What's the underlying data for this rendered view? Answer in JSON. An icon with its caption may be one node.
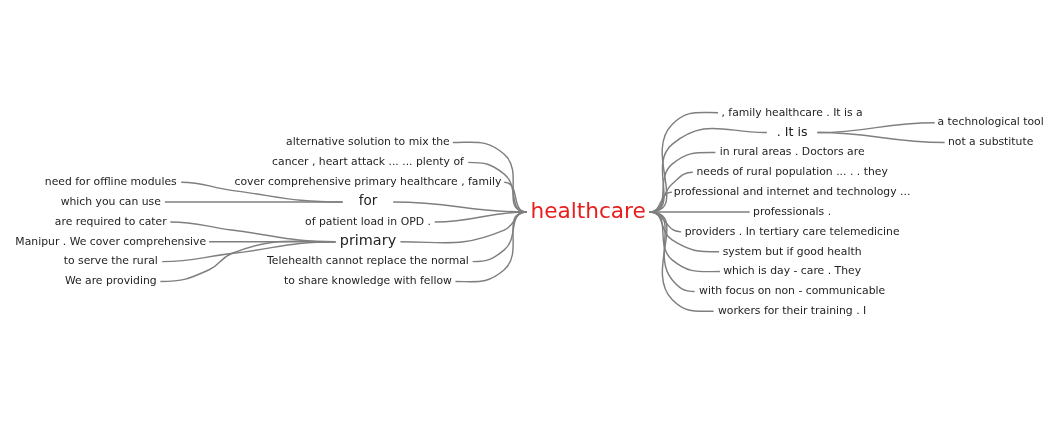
{
  "diagram": {
    "nodes": [
      {
        "text": [
          "healthcare"
        ]
      },
      {
        "text": [
          "alternative solution to mix the"
        ]
      },
      {
        "text": [
          "cancer , heart attack ... ... plenty of"
        ]
      },
      {
        "text": [
          "cover comprehensive primary healthcare , family"
        ]
      },
      {
        "text": [
          "for"
        ]
      },
      {
        "text": [
          "need for offline modules"
        ]
      },
      {
        "text": [
          "which you can use"
        ]
      },
      {
        "text": [
          "of patient load in OPD ."
        ]
      },
      {
        "text": [
          "primary"
        ]
      },
      {
        "text": [
          "are required to cater"
        ]
      },
      {
        "text": [
          "Manipur . We cover comprehensive"
        ]
      },
      {
        "text": [
          "to serve the rural"
        ]
      },
      {
        "text": [
          "We are providing"
        ]
      },
      {
        "text": [
          "Telehealth cannot replace the normal"
        ]
      },
      {
        "text": [
          "to share knowledge with fellow"
        ]
      },
      {
        "text": [
          ", family healthcare . It is a"
        ]
      },
      {
        "text": [
          ". It is"
        ]
      },
      {
        "text": [
          "a technological tool"
        ]
      },
      {
        "text": [
          "not a substitute"
        ]
      },
      {
        "text": [
          "in rural areas . Doctors are"
        ]
      },
      {
        "text": [
          "needs of rural population ... . . they"
        ]
      },
      {
        "text": [
          "professional and internet and technology ..."
        ]
      },
      {
        "text": [
          "professionals ."
        ]
      },
      {
        "text": [
          "providers . In tertiary care telemedicine"
        ]
      },
      {
        "text": [
          "system but if good health"
        ]
      },
      {
        "text": [
          "which is day - care . They"
        ]
      },
      {
        "text": [
          "with focus on non - communicable"
        ]
      },
      {
        "text": [
          "workers for their training . I"
        ]
      }
    ],
    "edges": [
      {
        "from": 0,
        "to": 1,
        "arrow": "none"
      },
      {
        "from": 0,
        "to": 2,
        "arrow": "none"
      },
      {
        "from": 0,
        "to": 3,
        "arrow": "none"
      },
      {
        "from": 0,
        "to": 4,
        "arrow": "none"
      },
      {
        "from": 4,
        "to": 5,
        "arrow": "none"
      },
      {
        "from": 4,
        "to": 6,
        "arrow": "none"
      },
      {
        "from": 0,
        "to": 7,
        "arrow": "none"
      },
      {
        "from": 0,
        "to": 8,
        "arrow": "none"
      },
      {
        "from": 8,
        "to": 9,
        "arrow": "none"
      },
      {
        "from": 8,
        "to": 10,
        "arrow": "none"
      },
      {
        "from": 8,
        "to": 11,
        "arrow": "none"
      },
      {
        "from": 8,
        "to": 12,
        "arrow": "none"
      },
      {
        "from": 0,
        "to": 13,
        "arrow": "none"
      },
      {
        "from": 0,
        "to": 14,
        "arrow": "none"
      },
      {
        "from": 0,
        "to": 15,
        "arrow": "none"
      },
      {
        "from": 0,
        "to": 16,
        "arrow": "none"
      },
      {
        "from": 16,
        "to": 17,
        "arrow": "none"
      },
      {
        "from": 16,
        "to": 18,
        "arrow": "none"
      },
      {
        "from": 0,
        "to": 19,
        "arrow": "none"
      },
      {
        "from": 0,
        "to": 20,
        "arrow": "none"
      },
      {
        "from": 0,
        "to": 21,
        "arrow": "none"
      },
      {
        "from": 0,
        "to": 22,
        "arrow": "none"
      },
      {
        "from": 0,
        "to": 23,
        "arrow": "none"
      },
      {
        "from": 0,
        "to": 24,
        "arrow": "none"
      },
      {
        "from": 0,
        "to": 25,
        "arrow": "none"
      },
      {
        "from": 0,
        "to": 26,
        "arrow": "none"
      },
      {
        "from": 0,
        "to": 27,
        "arrow": "none"
      }
    ]
  }
}
